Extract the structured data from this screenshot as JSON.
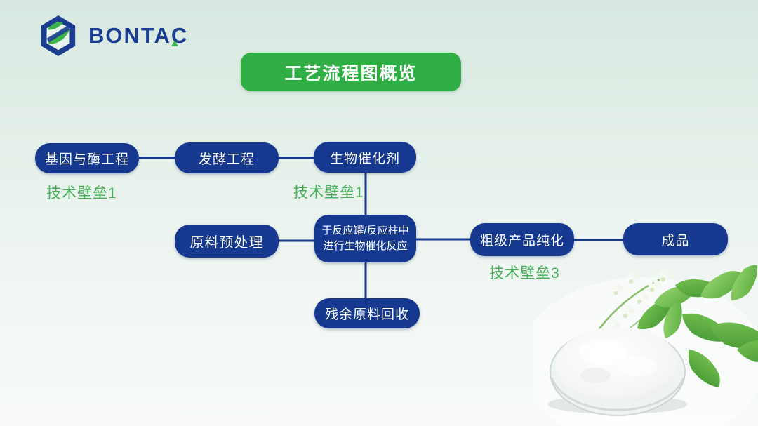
{
  "brand": {
    "name": "BONTAC"
  },
  "title": {
    "text": "工艺流程图概览"
  },
  "flowchart": {
    "nodes": {
      "gene": {
        "label": "基因与酶工程"
      },
      "fermentation": {
        "label": "发酵工程"
      },
      "biocatalyst": {
        "label": "生物催化剂"
      },
      "pretreatment": {
        "label": "原料预处理"
      },
      "reactor": {
        "lines": [
          "于反应罐/反应柱中",
          "进行生物催化反应"
        ]
      },
      "purification": {
        "label": "粗级产品纯化"
      },
      "product": {
        "label": "成品"
      },
      "recovery": {
        "label": "残余原料回收"
      }
    },
    "barriers": {
      "gene": "技术壁垒1",
      "biocatalyst": "技术壁垒1",
      "purification": "技术壁垒3"
    }
  },
  "icons": {
    "logo_hexagon": "hexagon-with-green-leaves",
    "illustration": "stevia-plant-and-dish-of-white-powder"
  },
  "colors": {
    "node_blue": "#16388e",
    "brand_blue": "#1b3d91",
    "title_green": "#2fae45",
    "barrier_green": "#45ae58",
    "leaf_green": "#3cb44b"
  }
}
